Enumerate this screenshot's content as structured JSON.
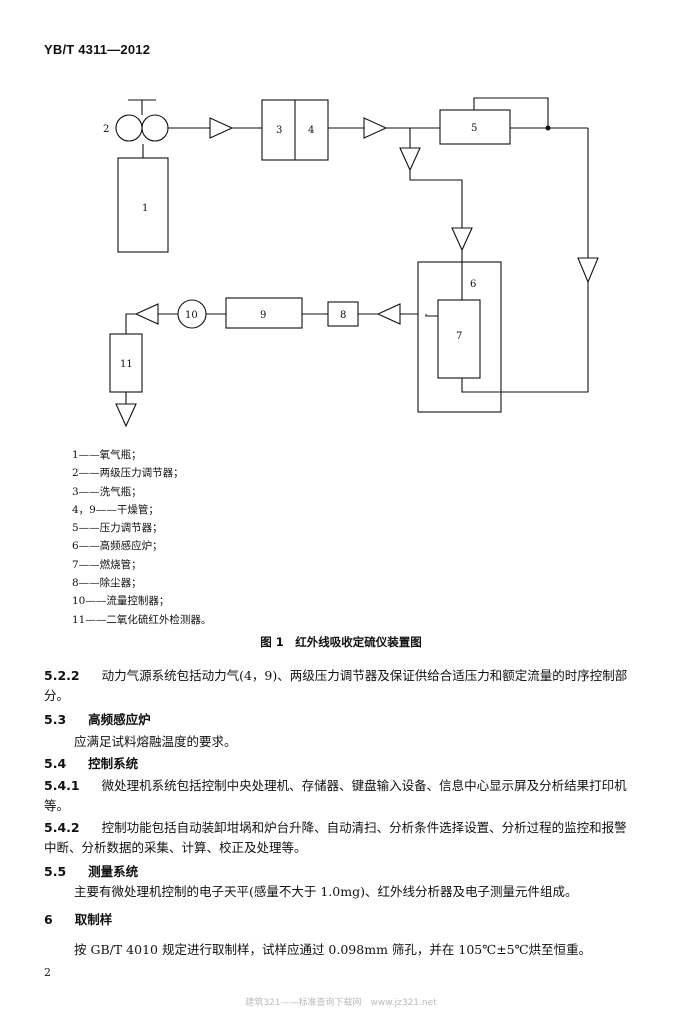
{
  "header": {
    "standard_no": "YB/T 4311—2012"
  },
  "diagram": {
    "labels": {
      "n1": "1",
      "n2": "2",
      "n3": "3",
      "n4": "4",
      "n5": "5",
      "n6": "6",
      "n7": "7",
      "n8": "8",
      "n9": "9",
      "n10": "10",
      "n11": "11"
    }
  },
  "legend": [
    "1——氧气瓶；",
    "2——两级压力调节器；",
    "3——洗气瓶；",
    "4，9——干燥管；",
    "5——压力调节器；",
    "6——高频感应炉；",
    "7——燃烧管；",
    "8——除尘器；",
    "10——流量控制器；",
    "11——二氧化硫红外检测器。"
  ],
  "caption": "图 1　红外线吸收定硫仪装置图",
  "sections": {
    "s522": {
      "num": "5.2.2",
      "text": "动力气源系统包括动力气(4，9)、两级压力调节器及保证供给合适压力和额定流量的时序控制部",
      "cont": "分。"
    },
    "s53": {
      "num": "5.3",
      "title": "高频感应炉",
      "text": "应满足试料熔融温度的要求。"
    },
    "s54": {
      "num": "5.4",
      "title": "控制系统"
    },
    "s541": {
      "num": "5.4.1",
      "text": "微处理机系统包括控制中央处理机、存储器、键盘输入设备、信息中心显示屏及分析结果打印机",
      "cont": "等。"
    },
    "s542": {
      "num": "5.4.2",
      "text": "控制功能包括自动装卸坩埚和炉台升降、自动清扫、分析条件选择设置、分析过程的监控和报警",
      "cont": "中断、分析数据的采集、计算、校正及处理等。"
    },
    "s55": {
      "num": "5.5",
      "title": "测量系统",
      "text": "主要有微处理机控制的电子天平(感量不大于 1.0mg)、红外线分析器及电子测量元件组成。"
    },
    "s6": {
      "num": "6",
      "title": "取制样",
      "text": "按 GB/T 4010 规定进行取制样，试样应通过 0.098mm 筛孔，并在 105℃±5℃烘至恒重。"
    }
  },
  "page_number": "2",
  "footer": "建筑321——标准查询下载网　www.jz321.net"
}
